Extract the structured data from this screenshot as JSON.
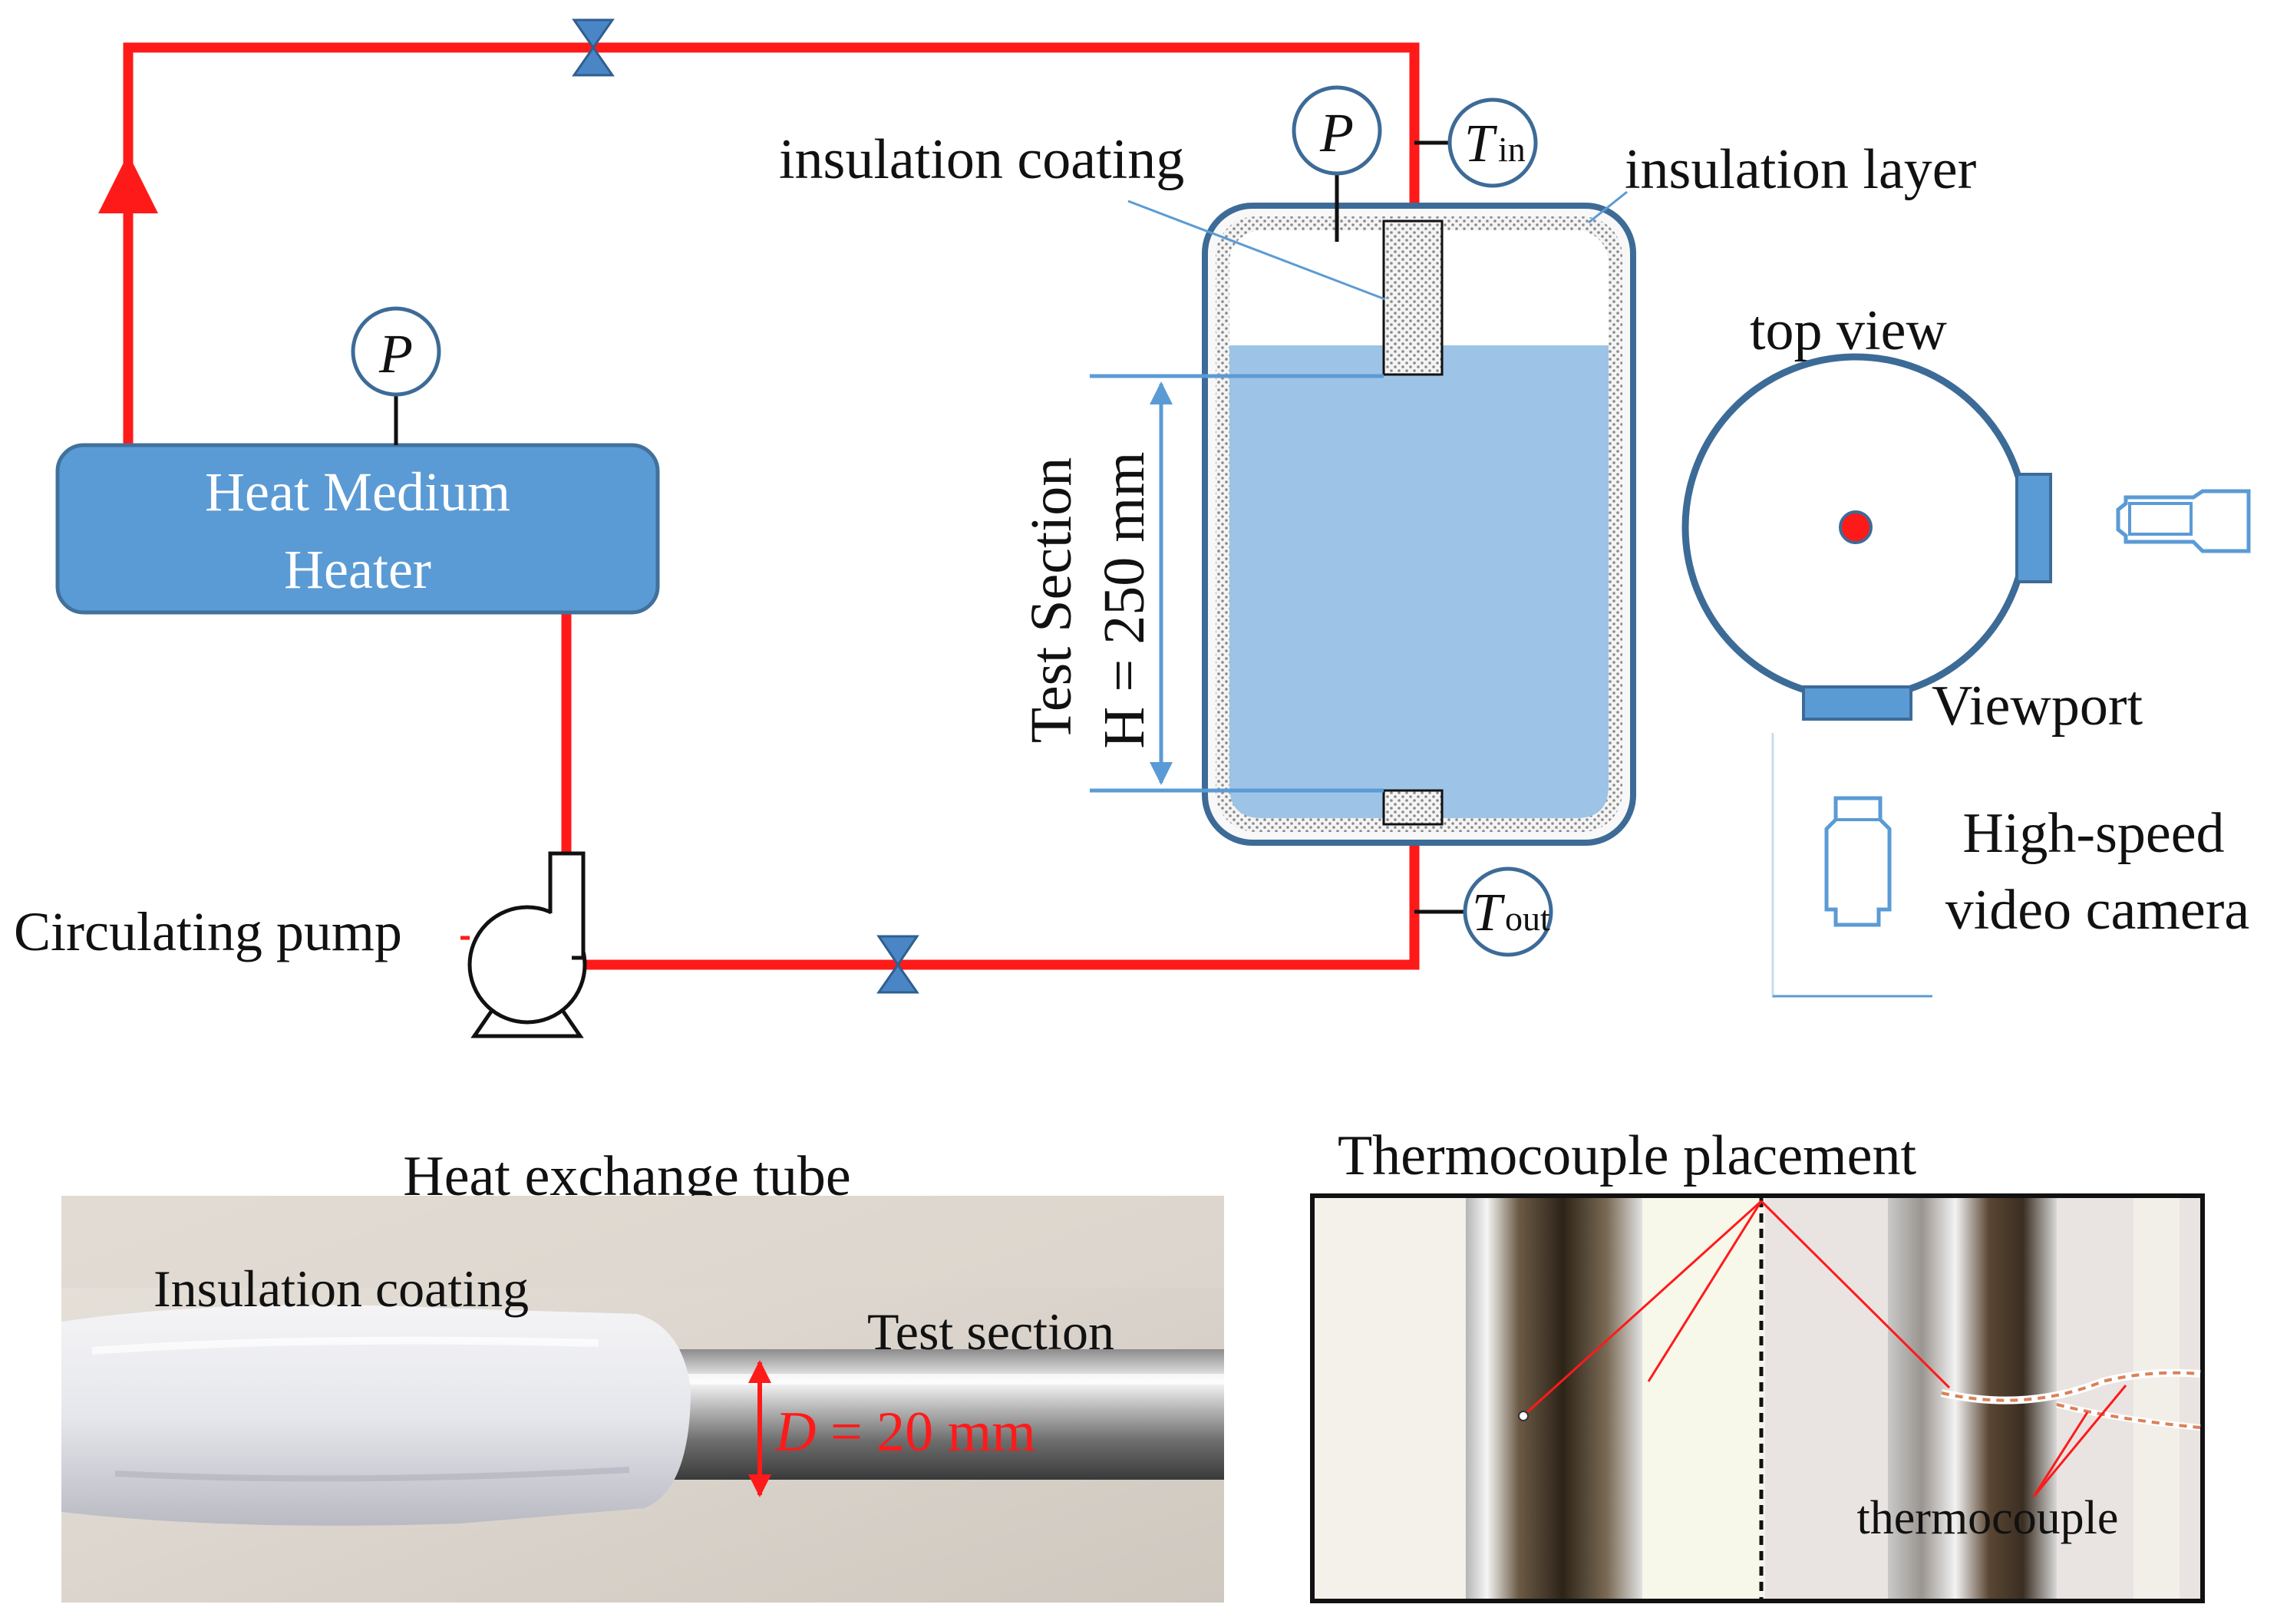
{
  "heater": {
    "line1": "Heat Medium",
    "line2": "Heater"
  },
  "pump": {
    "label": "Circulating pump"
  },
  "gauges": {
    "pressure_symbol": "P"
  },
  "temps": {
    "T": "T",
    "in_sub": "in",
    "out_sub": "out"
  },
  "labels": {
    "insulation_coating": "insulation coating",
    "insulation_layer": "insulation layer",
    "test_section": "Test Section",
    "height": "H = 250 mm",
    "top_view": "top view",
    "viewport": "Viewport",
    "camera_line1": "High-speed",
    "camera_line2": "video camera"
  },
  "photo_tube": {
    "title": "Heat exchange tube",
    "coating_label": "Insulation coating",
    "section_label": "Test section",
    "diameter_symbol": "D",
    "diameter_value": " = 20 mm"
  },
  "photo_tc": {
    "title": "Thermocouple placement",
    "tc_label": "thermocouple"
  },
  "colors": {
    "pipe": "#ff1a1a",
    "heater_fill": "#5b9bd5",
    "vessel_border": "#3d6b97",
    "liquid": "#9dc3e6",
    "valve": "#4a86c5"
  }
}
